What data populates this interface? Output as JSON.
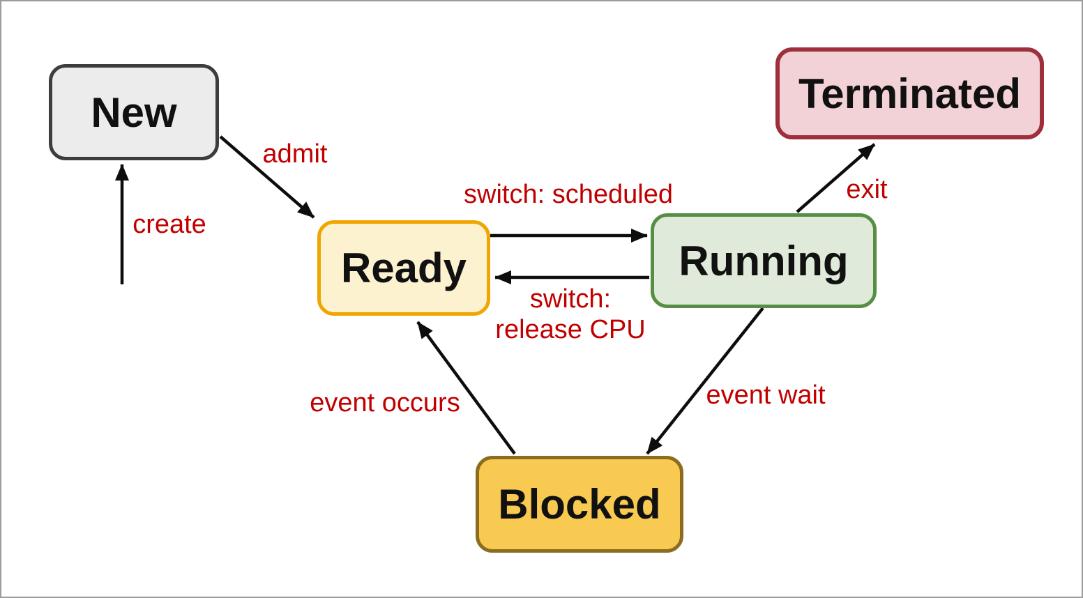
{
  "diagram_type": "state-diagram",
  "colors": {
    "background": "#ffffff",
    "canvas_border": "#9c9c9c",
    "arrow": "#0d0d0d",
    "transition_label": "#c00000",
    "state_text": "#111111"
  },
  "states": [
    {
      "id": "new",
      "label": "New",
      "fill": "#ececec",
      "border": "#3d3d3d"
    },
    {
      "id": "ready",
      "label": "Ready",
      "fill": "#fdf2d0",
      "border": "#f0a500"
    },
    {
      "id": "running",
      "label": "Running",
      "fill": "#dfeada",
      "border": "#578e45"
    },
    {
      "id": "terminated",
      "label": "Terminated",
      "fill": "#f3d2d7",
      "border": "#9e303c"
    },
    {
      "id": "blocked",
      "label": "Blocked",
      "fill": "#f9ca52",
      "border": "#8c6c1e"
    }
  ],
  "transitions": [
    {
      "id": "create",
      "label": "create",
      "from": null,
      "to": "new"
    },
    {
      "id": "admit",
      "label": "admit",
      "from": "new",
      "to": "ready"
    },
    {
      "id": "switch-scheduled",
      "label": "switch: scheduled",
      "from": "ready",
      "to": "running"
    },
    {
      "id": "switch-release-cpu",
      "label": "switch: release CPU",
      "label_lines": [
        "switch:",
        "release CPU"
      ],
      "from": "running",
      "to": "ready"
    },
    {
      "id": "exit",
      "label": "exit",
      "from": "running",
      "to": "terminated"
    },
    {
      "id": "event-wait",
      "label": "event wait",
      "from": "running",
      "to": "blocked"
    },
    {
      "id": "event-occurs",
      "label": "event occurs",
      "from": "blocked",
      "to": "ready"
    }
  ]
}
